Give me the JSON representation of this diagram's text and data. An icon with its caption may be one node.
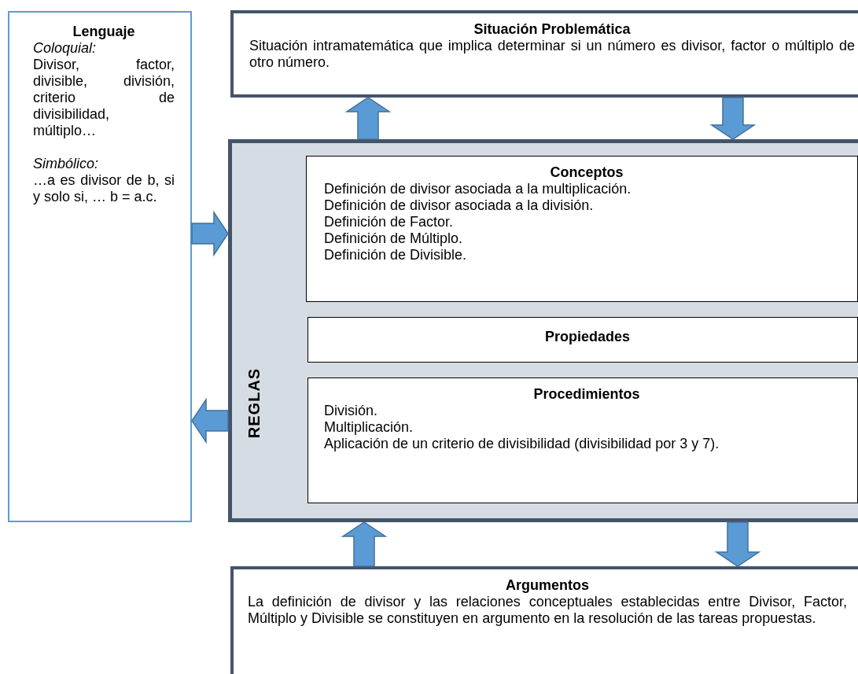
{
  "diagram": {
    "nodes": [
      {
        "text": [
          "Lenguaje",
          "Coloquial:",
          "Divisor, factor, divisible, división, criterio de divisibilidad, múltiplo…",
          "Simbólico:",
          "…a es divisor de b, si y solo si, … b = a.c."
        ]
      },
      {
        "text": [
          "Situación Problemática",
          "Situación intramatemática que implica determinar si un número es divisor, factor o múltiplo de otro número."
        ]
      },
      {
        "text": [
          "REGLAS"
        ]
      },
      {
        "text": [
          "Conceptos",
          "Definición de divisor asociada a la multiplicación.",
          "Definición de divisor asociada a la división.",
          "Definición de Factor.",
          "Definición de Múltiplo.",
          "Definición de Divisible."
        ],
        "in": 2
      },
      {
        "text": [
          "Propiedades"
        ],
        "in": 2
      },
      {
        "text": [
          "Procedimientos",
          "División.",
          "Multiplicación.",
          "Aplicación de un criterio de divisibilidad (divisibilidad por 3 y 7)."
        ],
        "in": 2
      },
      {
        "text": [
          "Argumentos",
          "La definición de divisor y las relaciones conceptuales establecidas entre Divisor, Factor, Múltiplo y Divisible se constituyen en argumento en la resolución de las tareas propuestas."
        ]
      }
    ],
    "edges": [
      {
        "from": 2,
        "to": 1,
        "arrow": "to"
      },
      {
        "from": 1,
        "to": 2,
        "arrow": "to"
      },
      {
        "from": 0,
        "to": 2,
        "arrow": "to"
      },
      {
        "from": 2,
        "to": 0,
        "arrow": "to"
      },
      {
        "from": 6,
        "to": 2,
        "arrow": "to"
      },
      {
        "from": 2,
        "to": 6,
        "arrow": "to"
      }
    ]
  }
}
